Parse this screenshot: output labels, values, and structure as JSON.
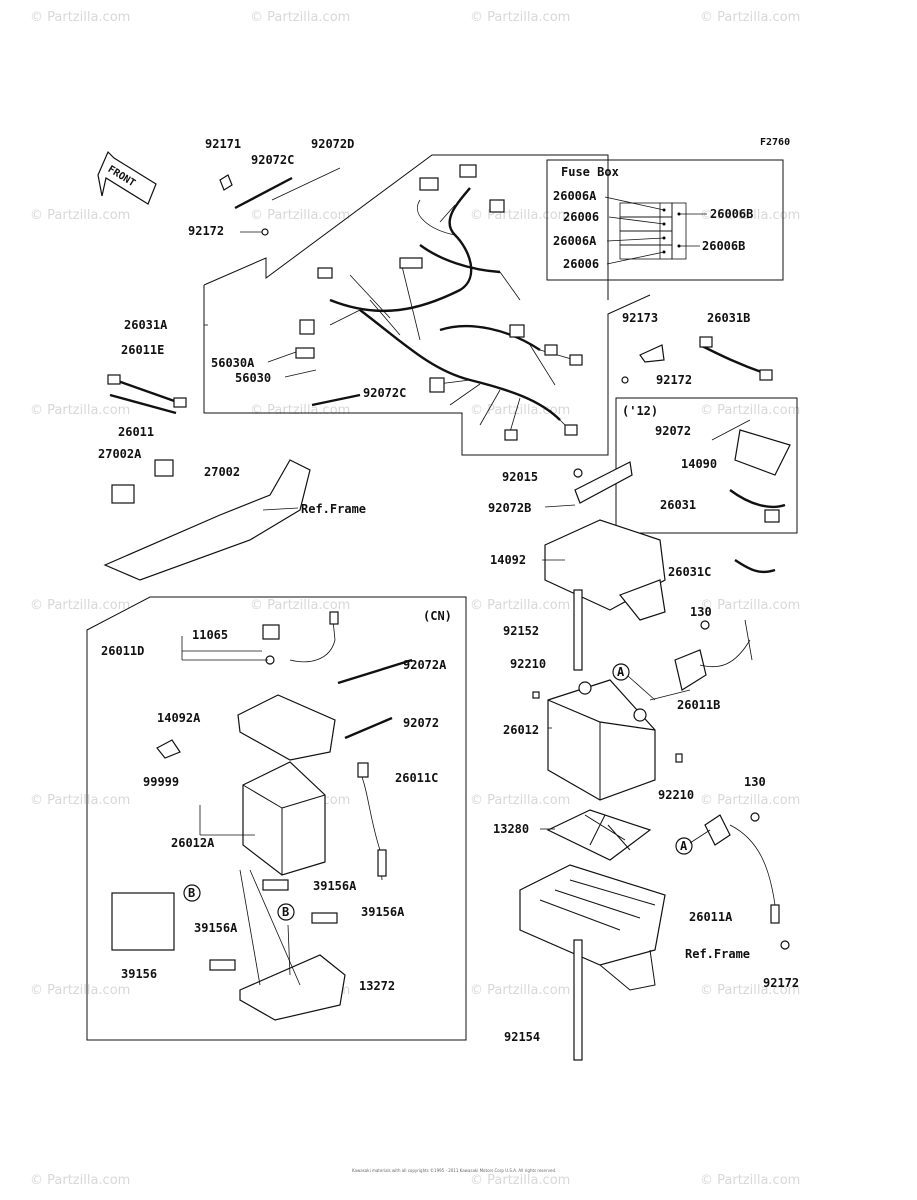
{
  "diagram_id": "F2760",
  "front_label": "FRONT",
  "fuse_box": {
    "title": "Fuse Box",
    "left": [
      "26006A",
      "26006",
      "26006A",
      "26006"
    ],
    "right": [
      "26006B",
      "26006B"
    ]
  },
  "parts": {
    "p92171": "92171",
    "p92072C_a": "92072C",
    "p92072D": "92072D",
    "p92172_a": "92172",
    "p26031A": "26031A",
    "p26011E": "26011E",
    "p56030A": "56030A",
    "p56030": "56030",
    "p92072C_b": "92072C",
    "p26011": "26011",
    "p92173": "92173",
    "p26031B": "26031B",
    "p92172_b": "92172",
    "p27002A": "27002A",
    "p27002": "27002",
    "p_ref_frame_a": "Ref.Frame",
    "p12": "('12)",
    "p92072_a": "92072",
    "p14090": "14090",
    "p26031": "26031",
    "p92015": "92015",
    "p92072B": "92072B",
    "p14092": "14092",
    "p26031C": "26031C",
    "p130_a": "130",
    "p92152": "92152",
    "p92210_a": "92210",
    "pA_a": "A",
    "p26011B": "26011B",
    "p26012": "26012",
    "p92210_b": "92210",
    "p130_b": "130",
    "p13280": "13280",
    "pA_b": "A",
    "p26011A": "26011A",
    "p_ref_frame_b": "Ref.Frame",
    "p92172_c": "92172",
    "p92154": "92154",
    "pCN": "(CN)",
    "p11065": "11065",
    "p26011D": "26011D",
    "p92072A": "92072A",
    "p14092A": "14092A",
    "p92072_b": "92072",
    "p99999": "99999",
    "p26011C": "26011C",
    "p26012A": "26012A",
    "pB_a": "B",
    "p39156A_a": "39156A",
    "pB_b": "B",
    "p39156A_b": "39156A",
    "p39156A_c": "39156A",
    "p39156": "39156",
    "p13272": "13272"
  },
  "watermark": "© Partzilla.com",
  "copyright": "Kawasaki materials with all copyrights ©1995 - 2011 Kawasaki Motors Corp U.S.A. All rights reserved."
}
